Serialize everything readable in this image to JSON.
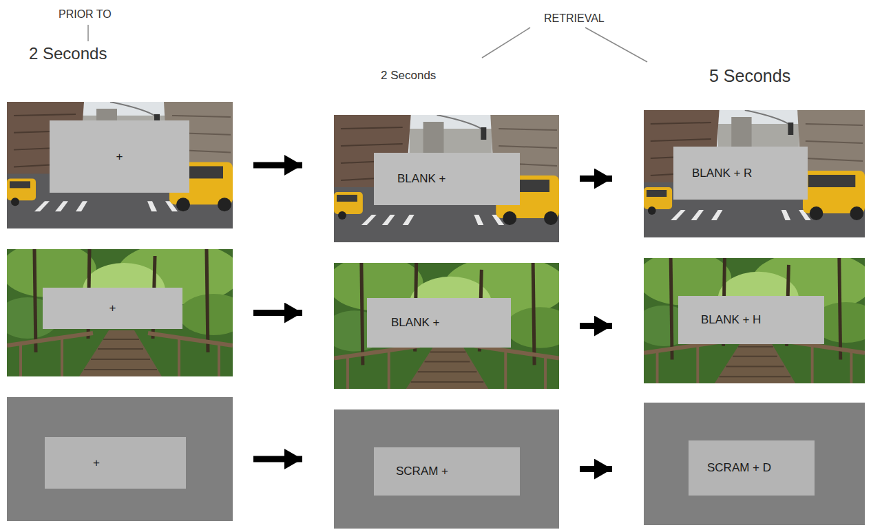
{
  "diagram": {
    "nodes": [
      {
        "text": [
          "+"
        ]
      },
      {
        "text": [
          "BLANK +"
        ]
      },
      {
        "text": [
          "BLANK + R"
        ]
      },
      {
        "text": [
          "+"
        ]
      },
      {
        "text": [
          "BLANK +"
        ]
      },
      {
        "text": [
          "BLANK + H"
        ]
      },
      {
        "text": [
          "+"
        ]
      },
      {
        "text": [
          "SCRAM +"
        ]
      },
      {
        "text": [
          "SCRAM + D"
        ]
      }
    ],
    "edges": [
      {
        "from": 0,
        "to": 1,
        "arrow": "to"
      },
      {
        "from": 1,
        "to": 2,
        "arrow": "to"
      },
      {
        "from": 3,
        "to": 4,
        "arrow": "to"
      },
      {
        "from": 4,
        "to": 5,
        "arrow": "to"
      },
      {
        "from": 6,
        "to": 7,
        "arrow": "to"
      },
      {
        "from": 7,
        "to": 8,
        "arrow": "to"
      }
    ],
    "labels": [
      "PRIOR TO",
      "RETRIEVAL",
      "2 Seconds",
      "2 Seconds",
      "5 Seconds"
    ]
  }
}
